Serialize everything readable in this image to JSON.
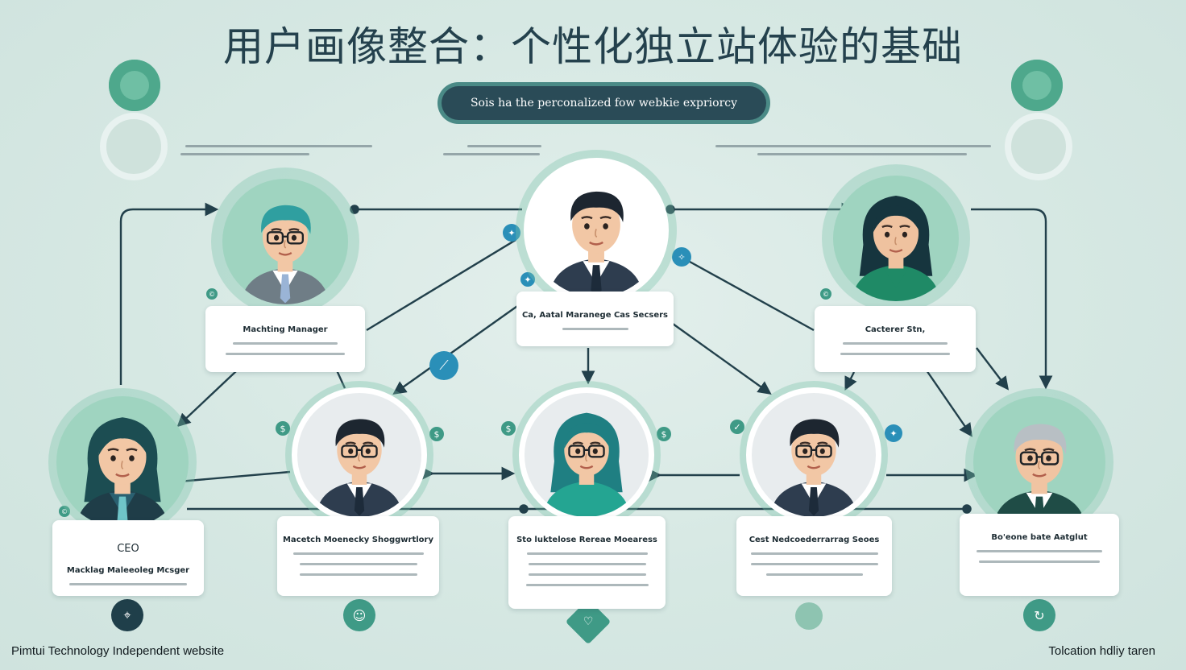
{
  "title": "用户画像整合：个性化独立站体验的基础",
  "subtitle": "Sois ha the perconalized fow webkie expriorcy",
  "footer": {
    "left": "Pimtui Technology Independent website",
    "right": "Tolcation hdliy taren"
  },
  "colors": {
    "background": "#d6e8e3",
    "navy": "#2a4b57",
    "teal": "#3f9a86",
    "accent_blue": "#2a8fb8"
  },
  "icons": {
    "corner_deco": "circle-deco-icon",
    "badge": "info-badge-icon"
  },
  "people": [
    {
      "id": "marketing",
      "role": "Machting Manager",
      "hair": "#2f9fa0",
      "glasses": true,
      "outfit": "suit-gray",
      "skin": "#f2c7a5"
    },
    {
      "id": "center",
      "role": "Ca, Aatal Maranege Cas Secsers",
      "hair": "#1d2630",
      "glasses": false,
      "outfit": "suit-navy",
      "skin": "#f2c7a5"
    },
    {
      "id": "customer",
      "role": "Cacterer Stn,",
      "hair": "#16353e",
      "glasses": false,
      "outfit": "shirt-green",
      "skin": "#efc29f"
    },
    {
      "id": "ceo",
      "role": "CEO",
      "role2": "Macklag Maleeoleg Mcsger",
      "hair": "#1c4d52",
      "glasses": false,
      "outfit": "suit-dark",
      "skin": "#f2c7a5"
    },
    {
      "id": "mid1",
      "role": "Macetch Moenecky Shoggwrtlory",
      "hair": "#1d2630",
      "glasses": true,
      "outfit": "suit-navy",
      "skin": "#f2c7a5"
    },
    {
      "id": "mid2",
      "role": "Sto luktelose Rereae Moearess",
      "hair": "#1f7f82",
      "glasses": true,
      "outfit": "shirt-teal",
      "skin": "#f2c7a5"
    },
    {
      "id": "mid3",
      "role": "Cest Nedcoederrarrag Seoes",
      "hair": "#1d2630",
      "glasses": true,
      "outfit": "suit-navy",
      "skin": "#f2c7a5"
    },
    {
      "id": "analyst",
      "role": "Bo'eone bate Aatglut",
      "hair": "#b8bfc4",
      "glasses": true,
      "outfit": "suit-green",
      "skin": "#f0c4a2"
    }
  ]
}
